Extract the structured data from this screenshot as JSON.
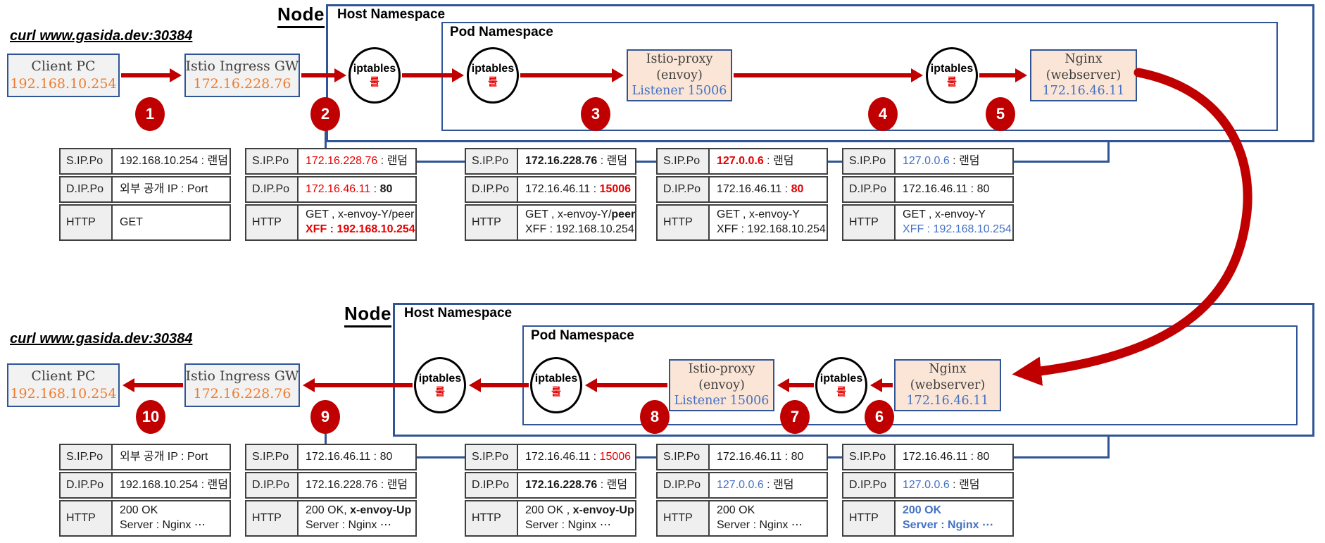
{
  "colors": {
    "accent_red": "#C00000",
    "text_red": "#E60000",
    "text_orange": "#ED7D31",
    "text_blue": "#4472C4",
    "border_blue": "#2F5597",
    "box_gray": "#F2F2F2",
    "box_peach": "#FBE5D6"
  },
  "shared": {
    "iptables_label": "iptables",
    "iptables_rule": "룰",
    "row_labels": {
      "sip": "S.IP.Po",
      "dip": "D.IP.Po",
      "http": "HTTP"
    }
  },
  "top": {
    "curl": "curl www.gasida.dev:30384",
    "node_label": "Node",
    "host_ns_label": "Host Namespace",
    "pod_ns_label": "Pod Namespace",
    "client": {
      "title": "Client PC",
      "ip": "192.168.10.254"
    },
    "gateway": {
      "title": "Istio Ingress GW",
      "ip": "172.16.228.76"
    },
    "proxy": {
      "line1": "Istio-proxy",
      "line2": "(envoy)",
      "line3": "Listener 15006"
    },
    "nginx": {
      "line1": "Nginx",
      "line2": "(webserver)",
      "ip": "172.16.46.11"
    },
    "badges": [
      "1",
      "2",
      "3",
      "4",
      "5"
    ],
    "tables": [
      {
        "rows": [
          {
            "label": "S.IP.Po",
            "lines": [
              [
                {
                  "t": "192.168.10.254 : 랜덤",
                  "s": "n"
                }
              ]
            ]
          },
          {
            "label": "D.IP.Po",
            "lines": [
              [
                {
                  "t": "외부 공개 IP : Port",
                  "s": "n"
                }
              ]
            ]
          },
          {
            "label": "HTTP",
            "lines": [
              [
                {
                  "t": "GET",
                  "s": "n"
                }
              ]
            ]
          }
        ]
      },
      {
        "rows": [
          {
            "label": "S.IP.Po",
            "lines": [
              [
                {
                  "t": "172.16.228.76",
                  "s": "r"
                },
                {
                  "t": " : 랜덤",
                  "s": "n"
                }
              ]
            ]
          },
          {
            "label": "D.IP.Po",
            "lines": [
              [
                {
                  "t": "172.16.46.11",
                  "s": "r"
                },
                {
                  "t": " : ",
                  "s": "n"
                },
                {
                  "t": "80",
                  "s": "b"
                }
              ]
            ]
          },
          {
            "label": "HTTP",
            "lines": [
              [
                {
                  "t": "GET , x-envoy-Y/peer",
                  "s": "n"
                }
              ],
              [
                {
                  "t": "XFF : 192.168.10.254",
                  "s": "rb"
                }
              ]
            ]
          }
        ]
      },
      {
        "rows": [
          {
            "label": "S.IP.Po",
            "lines": [
              [
                {
                  "t": "172.16.228.76",
                  "s": "b"
                },
                {
                  "t": " : 랜덤",
                  "s": "n"
                }
              ]
            ]
          },
          {
            "label": "D.IP.Po",
            "lines": [
              [
                {
                  "t": "172.16.46.11 : ",
                  "s": "n"
                },
                {
                  "t": "15006",
                  "s": "rb"
                }
              ]
            ]
          },
          {
            "label": "HTTP",
            "lines": [
              [
                {
                  "t": "GET , x-envoy-Y/",
                  "s": "n"
                },
                {
                  "t": "peer",
                  "s": "b"
                }
              ],
              [
                {
                  "t": "XFF : 192.168.10.254",
                  "s": "n"
                }
              ]
            ]
          }
        ]
      },
      {
        "rows": [
          {
            "label": "S.IP.Po",
            "lines": [
              [
                {
                  "t": "127.0.0.6",
                  "s": "rb"
                },
                {
                  "t": " : 랜덤",
                  "s": "n"
                }
              ]
            ]
          },
          {
            "label": "D.IP.Po",
            "lines": [
              [
                {
                  "t": "172.16.46.11 : ",
                  "s": "n"
                },
                {
                  "t": "80",
                  "s": "rb"
                }
              ]
            ]
          },
          {
            "label": "HTTP",
            "lines": [
              [
                {
                  "t": "GET , x-envoy-Y",
                  "s": "n"
                }
              ],
              [
                {
                  "t": "XFF : 192.168.10.254",
                  "s": "n"
                }
              ]
            ]
          }
        ]
      },
      {
        "rows": [
          {
            "label": "S.IP.Po",
            "lines": [
              [
                {
                  "t": "127.0.0.6",
                  "s": "bl"
                },
                {
                  "t": " : 랜덤",
                  "s": "n"
                }
              ]
            ]
          },
          {
            "label": "D.IP.Po",
            "lines": [
              [
                {
                  "t": "172.16.46.11 : 80",
                  "s": "n"
                }
              ]
            ]
          },
          {
            "label": "HTTP",
            "lines": [
              [
                {
                  "t": "GET , x-envoy-Y",
                  "s": "n"
                }
              ],
              [
                {
                  "t": "XFF : 192.168.10.254",
                  "s": "bl"
                }
              ]
            ]
          }
        ]
      }
    ]
  },
  "bottom": {
    "curl": "curl www.gasida.dev:30384",
    "node_label": "Node",
    "host_ns_label": "Host Namespace",
    "pod_ns_label": "Pod Namespace",
    "client": {
      "title": "Client PC",
      "ip": "192.168.10.254"
    },
    "gateway": {
      "title": "Istio Ingress GW",
      "ip": "172.16.228.76"
    },
    "proxy": {
      "line1": "Istio-proxy",
      "line2": "(envoy)",
      "line3": "Listener 15006"
    },
    "nginx": {
      "line1": "Nginx",
      "line2": "(webserver)",
      "ip": "172.16.46.11"
    },
    "badges": [
      "10",
      "9",
      "8",
      "7",
      "6"
    ],
    "tables": [
      {
        "rows": [
          {
            "label": "S.IP.Po",
            "lines": [
              [
                {
                  "t": "외부 공개 IP : Port",
                  "s": "n"
                }
              ]
            ]
          },
          {
            "label": "D.IP.Po",
            "lines": [
              [
                {
                  "t": "192.168.10.254 : 랜덤",
                  "s": "n"
                }
              ]
            ]
          },
          {
            "label": "HTTP",
            "lines": [
              [
                {
                  "t": "200 OK",
                  "s": "n"
                }
              ],
              [
                {
                  "t": "Server : Nginx ⋯",
                  "s": "n"
                }
              ]
            ]
          }
        ]
      },
      {
        "rows": [
          {
            "label": "S.IP.Po",
            "lines": [
              [
                {
                  "t": "172.16.46.11 : 80",
                  "s": "n"
                }
              ]
            ]
          },
          {
            "label": "D.IP.Po",
            "lines": [
              [
                {
                  "t": "172.16.228.76 : 랜덤",
                  "s": "n"
                }
              ]
            ]
          },
          {
            "label": "HTTP",
            "lines": [
              [
                {
                  "t": "200 OK, ",
                  "s": "n"
                },
                {
                  "t": "x-envoy-Up",
                  "s": "b"
                }
              ],
              [
                {
                  "t": "Server : Nginx ⋯",
                  "s": "n"
                }
              ]
            ]
          }
        ]
      },
      {
        "rows": [
          {
            "label": "S.IP.Po",
            "lines": [
              [
                {
                  "t": "172.16.46.11 : ",
                  "s": "n"
                },
                {
                  "t": "15006",
                  "s": "r"
                }
              ]
            ]
          },
          {
            "label": "D.IP.Po",
            "lines": [
              [
                {
                  "t": "172.16.228.76",
                  "s": "b"
                },
                {
                  "t": " : 랜덤",
                  "s": "n"
                }
              ]
            ]
          },
          {
            "label": "HTTP",
            "lines": [
              [
                {
                  "t": "200 OK , ",
                  "s": "n"
                },
                {
                  "t": "x-envoy-Up",
                  "s": "b"
                }
              ],
              [
                {
                  "t": "Server : Nginx ⋯",
                  "s": "n"
                }
              ]
            ]
          }
        ]
      },
      {
        "rows": [
          {
            "label": "S.IP.Po",
            "lines": [
              [
                {
                  "t": "172.16.46.11 : 80",
                  "s": "n"
                }
              ]
            ]
          },
          {
            "label": "D.IP.Po",
            "lines": [
              [
                {
                  "t": "127.0.0.6",
                  "s": "bl"
                },
                {
                  "t": " : 랜덤",
                  "s": "n"
                }
              ]
            ]
          },
          {
            "label": "HTTP",
            "lines": [
              [
                {
                  "t": "200 OK",
                  "s": "n"
                }
              ],
              [
                {
                  "t": "Server : Nginx ⋯",
                  "s": "n"
                }
              ]
            ]
          }
        ]
      },
      {
        "rows": [
          {
            "label": "S.IP.Po",
            "lines": [
              [
                {
                  "t": "172.16.46.11 : 80",
                  "s": "n"
                }
              ]
            ]
          },
          {
            "label": "D.IP.Po",
            "lines": [
              [
                {
                  "t": "127.0.0.6",
                  "s": "bl"
                },
                {
                  "t": " : 랜덤",
                  "s": "n"
                }
              ]
            ]
          },
          {
            "label": "HTTP",
            "lines": [
              [
                {
                  "t": "200 OK",
                  "s": "blb"
                }
              ],
              [
                {
                  "t": "Server : Nginx ⋯",
                  "s": "blb"
                }
              ]
            ]
          }
        ]
      }
    ]
  }
}
